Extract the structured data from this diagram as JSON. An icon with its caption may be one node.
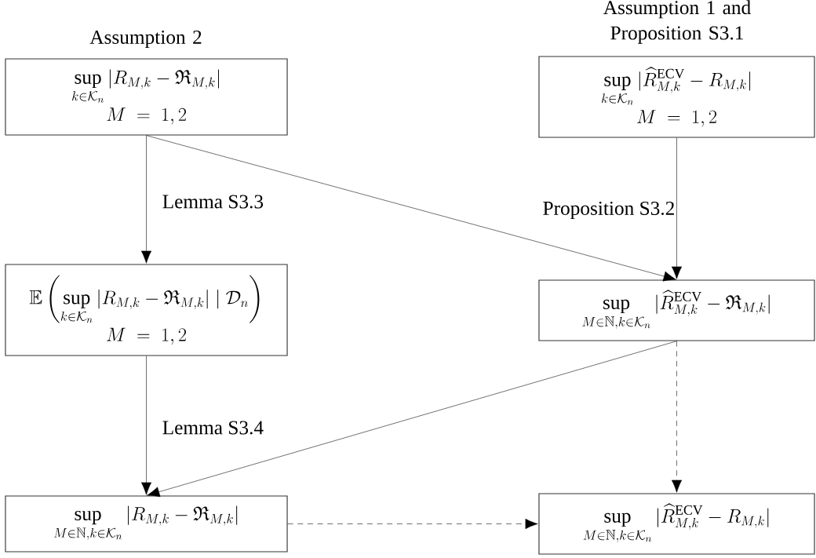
{
  "diagram": {
    "nodes": [
      {
        "text": [
          "Assumption 2",
          "\\sup_{k\\in\\mathcal{K}_n}|R_{M,k}-\\mathfrak{R}_{M,k}|",
          "M \\;=\\; 1,2"
        ]
      },
      {
        "text": [
          "Assumption 1 and Proposition S3.1",
          "\\sup_{k\\in\\mathcal{K}_n}|\\widehat{R}^{\\mathrm{ECV}}_{M,k}-R_{M,k}|",
          "M \\;=\\; 1,2"
        ]
      },
      {
        "text": [
          "\\mathbb{E}\\left(\\sup_{k\\in\\mathcal{K}_n}|R_{M,k}-\\mathfrak{R}_{M,k}|\\mid\\mathcal{D}_n\\right)",
          "M \\;=\\; 1,2"
        ]
      },
      {
        "text": [
          "\\sup_{M\\in\\mathbb{N},k\\in\\mathcal{K}_n}|\\widehat{R}^{\\mathrm{ECV}}_{M,k}-\\mathfrak{R}_{M,k}|"
        ]
      },
      {
        "text": [
          "\\sup_{M\\in\\mathbb{N},k\\in\\mathcal{K}_n}|R_{M,k}-\\mathfrak{R}_{M,k}|"
        ]
      },
      {
        "text": [
          "\\sup_{M\\in\\mathbb{N},k\\in\\mathcal{K}_n}|\\widehat{R}^{\\mathrm{ECV}}_{M,k}-R_{M,k}|"
        ]
      }
    ],
    "edges": [
      {
        "from": 0,
        "to": 2,
        "arrow": "to",
        "label": "Lemma S3.3"
      },
      {
        "from": 0,
        "to": 3,
        "arrow": "to"
      },
      {
        "from": 1,
        "to": 3,
        "arrow": "to",
        "label": "Proposition S3.2"
      },
      {
        "from": 2,
        "to": 4,
        "arrow": "to",
        "label": "Lemma S3.4"
      },
      {
        "from": 3,
        "to": 4,
        "arrow": "to"
      },
      {
        "from": 3,
        "to": 5,
        "arrow": "to",
        "style": "dashed"
      },
      {
        "from": 4,
        "to": 5,
        "arrow": "to",
        "style": "dashed"
      }
    ]
  }
}
